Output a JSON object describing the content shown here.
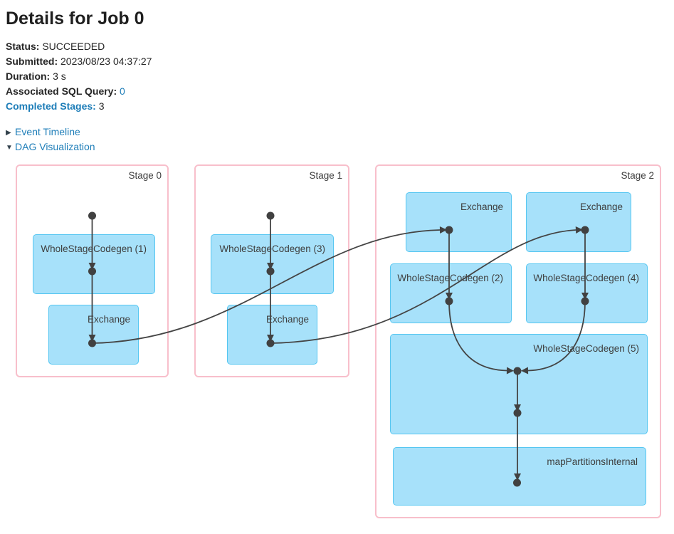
{
  "page": {
    "title": "Details for Job 0"
  },
  "summary": [
    {
      "label": "Status:",
      "value": "SUCCEEDED"
    },
    {
      "label": "Submitted:",
      "value": "2023/08/23 04:37:27"
    },
    {
      "label": "Duration:",
      "value": "3 s"
    },
    {
      "label": "Associated SQL Query:",
      "value": "0"
    },
    {
      "label": "Completed Stages:",
      "value": "3"
    }
  ],
  "toggles": {
    "collapsed_icon": "▶",
    "expanded_icon": "▼",
    "event_timeline": "Event Timeline",
    "dag_visualization": "DAG Visualization"
  },
  "dag": {
    "stages": [
      {
        "label": "Stage 0",
        "nodes": [
          {
            "label": "WholeStageCodegen (1)"
          },
          {
            "label": "Exchange"
          }
        ]
      },
      {
        "label": "Stage 1",
        "nodes": [
          {
            "label": "WholeStageCodegen (3)"
          },
          {
            "label": "Exchange"
          }
        ]
      },
      {
        "label": "Stage 2",
        "nodes": [
          {
            "label": "Exchange"
          },
          {
            "label": "Exchange"
          },
          {
            "label": "WholeStageCodegen (2)"
          },
          {
            "label": "WholeStageCodegen (4)"
          },
          {
            "label": "WholeStageCodegen (5)"
          },
          {
            "label": "mapPartitionsInternal"
          }
        ]
      }
    ]
  },
  "colors": {
    "link_blue": "#1d7db8",
    "toggle_arrow": "#33424d",
    "text_dark": "#262626",
    "node_fill": "#a7e1fa",
    "node_border": "#55c6f1",
    "cluster_border": "#f8bfcb",
    "label_gray": "#3e3e3e",
    "edge": "#444444"
  }
}
